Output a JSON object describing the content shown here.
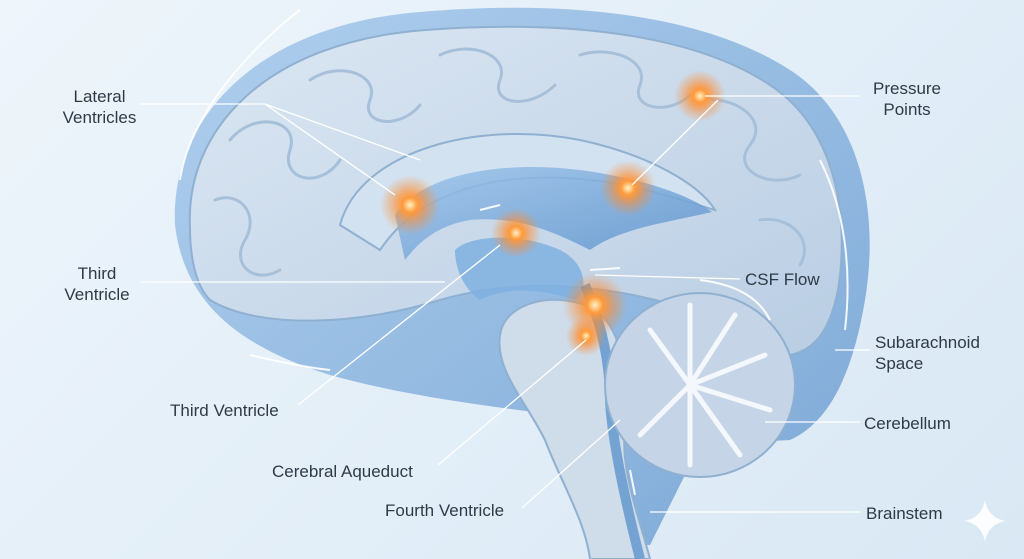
{
  "labels": {
    "lateral_ventricles": "Lateral\nVentricles",
    "pressure_points": "Pressure\nPoints",
    "third_ventricle_left": "Third\nVentricle",
    "csf_flow": "CSF Flow",
    "subarachnoid_space": "Subarachnoid\nSpace",
    "third_ventricle_bottom": "Third Ventricle",
    "cerebellum": "Cerebellum",
    "cerebral_aqueduct": "Cerebral Aqueduct",
    "fourth_ventricle": "Fourth Ventricle",
    "brainstem": "Brainstem"
  },
  "colors": {
    "background": "#e6f0f8",
    "brain_tissue": "#c9d9ea",
    "brain_outline": "#8fb0d0",
    "csf": "#6fa3d8",
    "pressure_glow": "#ff8a2a",
    "leader_line": "#ffffff",
    "label_text": "#2e3a46"
  },
  "icons": [
    "sparkle-icon"
  ]
}
